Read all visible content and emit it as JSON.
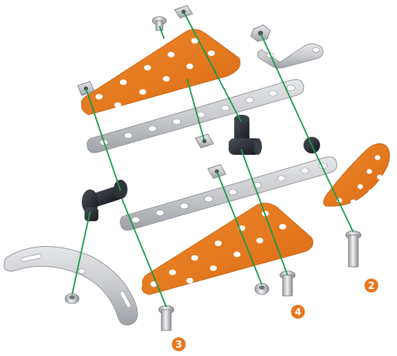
{
  "colors": {
    "orange_part": "#E8761C",
    "orange_edge": "#C85F0F",
    "metal_strip": "#C9CBCE",
    "metal_edge": "#8E9196",
    "hole": "#ffffff",
    "connector": "#262A2F",
    "guide_line": "#1B9A4A",
    "badge_fill": "#E8761C",
    "badge_text": "#ffffff"
  },
  "icons": [
    "screw-icon",
    "nut-icon",
    "connector-icon",
    "spacer-icon"
  ],
  "steps": [
    {
      "number": "2"
    },
    {
      "number": "3"
    },
    {
      "number": "4"
    }
  ]
}
